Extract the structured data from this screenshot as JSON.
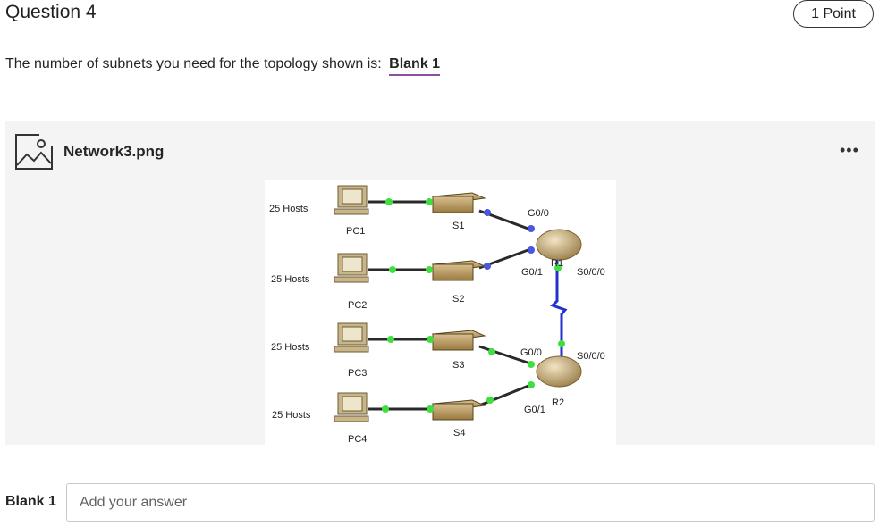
{
  "question": {
    "title": "Question 4",
    "points": "1 Point",
    "prompt": "The number of subnets you need for the topology shown is:",
    "blank_ref": "Blank 1"
  },
  "attachment": {
    "filename": "Network3.png",
    "more_label": "•••",
    "icon": "image-icon"
  },
  "topology": {
    "hosts": [
      "25 Hosts",
      "25 Hosts",
      "25 Hosts",
      "25 Hosts"
    ],
    "pcs": [
      "PC1",
      "PC2",
      "PC3",
      "PC4"
    ],
    "switches": [
      "S1",
      "S2",
      "S3",
      "S4"
    ],
    "routers": [
      "R1",
      "R2"
    ],
    "interfaces": {
      "r1_g00": "G0/0",
      "r1_g01": "G0/1",
      "r1_s000": "S0/0/0",
      "r2_g00": "G0/0",
      "r2_g01": "G0/1",
      "r2_s000": "S0/0/0"
    },
    "colors": {
      "link_up": "#3ee03e",
      "link_blue": "#4a55e0",
      "serial": "#2233cc"
    }
  },
  "answer": {
    "label": "Blank 1",
    "placeholder": "Add your answer",
    "value": ""
  }
}
